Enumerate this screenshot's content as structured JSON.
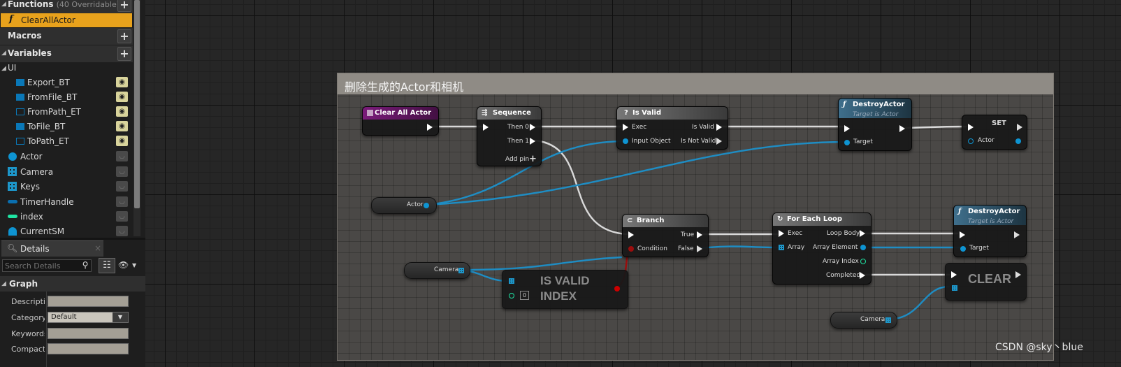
{
  "sidebar": {
    "functions": {
      "title": "Functions",
      "overridable": "(40 Overridable)",
      "add": "+",
      "items": [
        {
          "label": "ClearAllActor",
          "icon": "f"
        }
      ]
    },
    "macros": {
      "title": "Macros",
      "add": "+"
    },
    "variables": {
      "title": "Variables",
      "add": "+",
      "category": "UI"
    },
    "ui_vars": [
      {
        "label": "Export_BT"
      },
      {
        "label": "FromFile_BT"
      },
      {
        "label": "FromPath_ET"
      },
      {
        "label": "ToFile_BT"
      },
      {
        "label": "ToPath_ET"
      }
    ],
    "vars": [
      {
        "label": "Actor"
      },
      {
        "label": "Camera"
      },
      {
        "label": "Keys"
      },
      {
        "label": "TimerHandle"
      },
      {
        "label": "index"
      },
      {
        "label": "CurrentSM"
      }
    ]
  },
  "details": {
    "tab": "Details",
    "close": "×",
    "search_placeholder": "Search Details",
    "graph_header": "Graph",
    "rows": [
      {
        "label": "Description",
        "value": ""
      },
      {
        "label": "Category",
        "value": "Default"
      },
      {
        "label": "Keywords",
        "value": ""
      },
      {
        "label": "Compact",
        "value": ""
      }
    ]
  },
  "comment": {
    "title": "删除生成的Actor和相机"
  },
  "nodes": {
    "entry": {
      "title": "Clear All Actor"
    },
    "sequence": {
      "title": "Sequence",
      "then0": "Then 0",
      "then1": "Then 1",
      "addpin": "Add pin",
      "plus": "+"
    },
    "isvalid": {
      "title": "Is Valid",
      "prefix": "?",
      "exec": "Exec",
      "input": "Input Object",
      "valid": "Is Valid",
      "notvalid": "Is Not Valid"
    },
    "destroy1": {
      "title": "DestroyActor",
      "subtitle": "Target is Actor",
      "target": "Target"
    },
    "set": {
      "title": "SET",
      "actor": "Actor"
    },
    "actor_get": {
      "label": "Actor"
    },
    "branch": {
      "title": "Branch",
      "condition": "Condition",
      "true": "True",
      "false": "False"
    },
    "foreach": {
      "title": "For Each Loop",
      "exec": "Exec",
      "array": "Array",
      "loopbody": "Loop Body",
      "element": "Array Element",
      "index": "Array Index",
      "completed": "Completed"
    },
    "destroy2": {
      "title": "DestroyActor",
      "subtitle": "Target is Actor",
      "target": "Target"
    },
    "camera_get1": {
      "label": "Camera"
    },
    "camera_get2": {
      "label": "Camera"
    },
    "isvalidindex": {
      "line1": "IS VALID",
      "line2": "INDEX",
      "index_default": "0"
    },
    "clear": {
      "label": "CLEAR"
    }
  },
  "watermark": "CSDN @sky丶blue",
  "colors": {
    "selected": "#e8a21c",
    "object_pin": "#0e94d2",
    "array_pin": "#1d96c9",
    "bool_pin": "#9b0d0d",
    "int_pin": "#1fe4a3"
  }
}
